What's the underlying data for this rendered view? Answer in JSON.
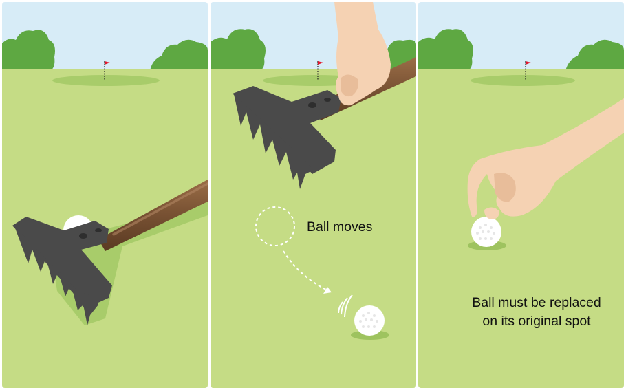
{
  "panels": [
    {
      "caption": ""
    },
    {
      "caption": "Ball moves"
    },
    {
      "caption_lines": [
        "Ball must be replaced",
        "on its original spot"
      ]
    }
  ],
  "colors": {
    "sky": "#d7ecf7",
    "grass": "#c5dc85",
    "green": "#a8cc6a",
    "trees": "#5ea842",
    "rake": "#4a4a4a",
    "handle": "#7a5334",
    "ball": "#ffffff",
    "skin": "#f5d2b3",
    "flag": "#e2182d"
  }
}
